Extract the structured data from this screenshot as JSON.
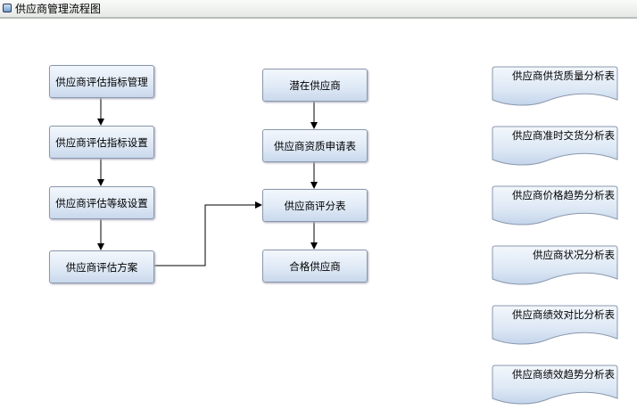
{
  "title": "供应商管理流程图",
  "left_flow": [
    "供应商评估指标管理",
    "供应商评估指标设置",
    "供应商评估等级设置",
    "供应商评估方案"
  ],
  "middle_flow": [
    "潜在供应商",
    "供应商资质申请表",
    "供应商评分表",
    "合格供应商"
  ],
  "reports": [
    "供应商供货质量分析表",
    "供应商准时交货分析表",
    "供应商价格趋势分析表",
    "供应商状况分析表",
    "供应商绩效对比分析表",
    "供应商绩效趋势分析表"
  ]
}
